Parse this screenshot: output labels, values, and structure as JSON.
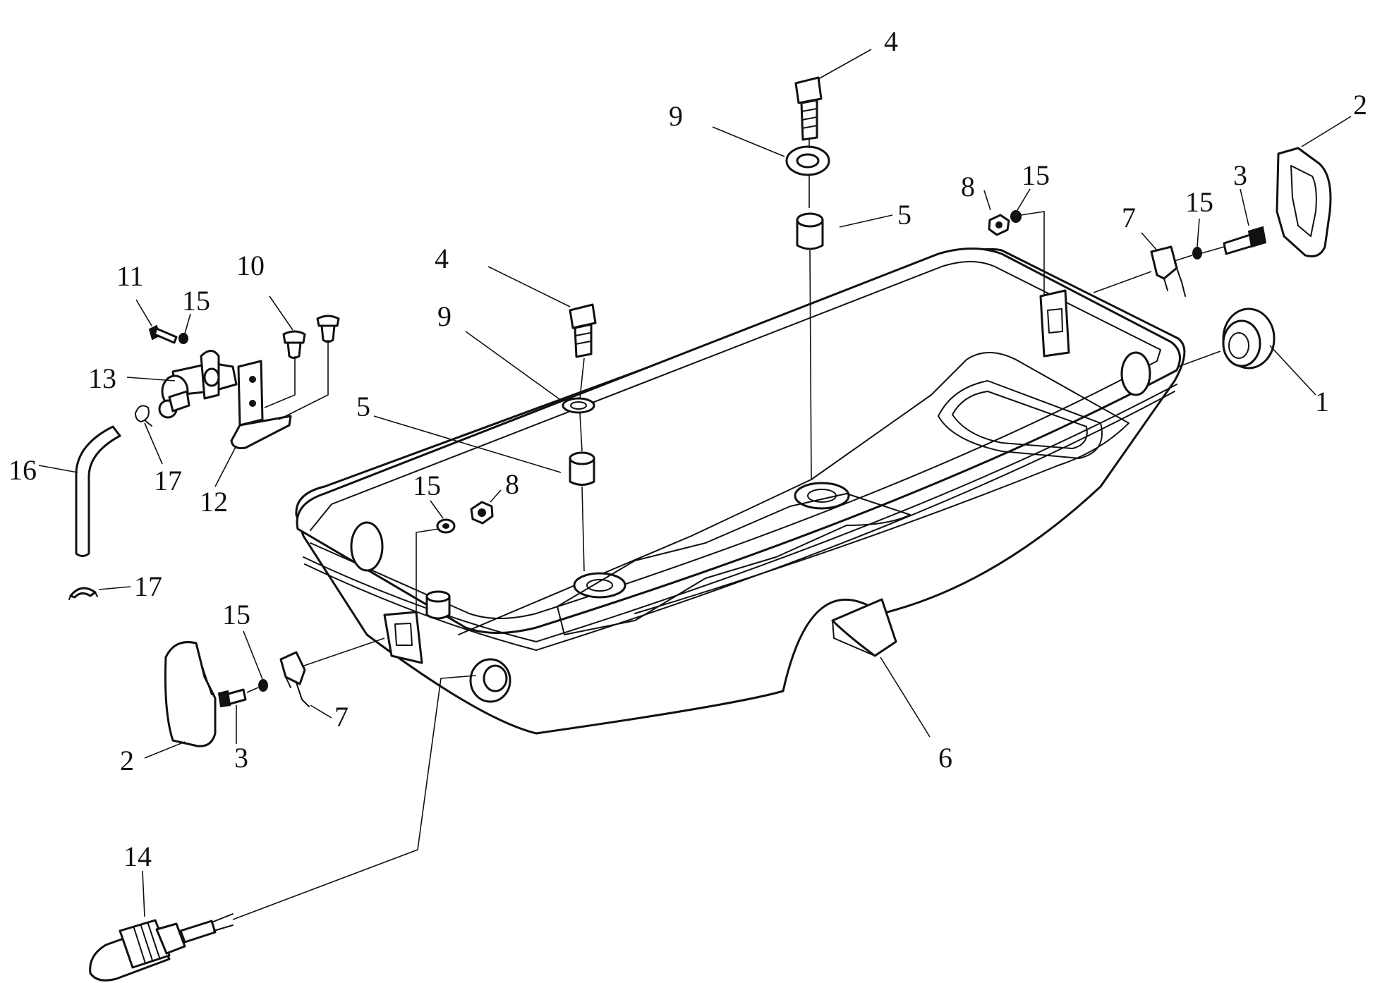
{
  "callouts": [
    {
      "id": "c1",
      "text": "1"
    },
    {
      "id": "c2a",
      "text": "2"
    },
    {
      "id": "c2b",
      "text": "2"
    },
    {
      "id": "c3a",
      "text": "3"
    },
    {
      "id": "c3b",
      "text": "3"
    },
    {
      "id": "c4a",
      "text": "4"
    },
    {
      "id": "c4b",
      "text": "4"
    },
    {
      "id": "c5a",
      "text": "5"
    },
    {
      "id": "c5b",
      "text": "5"
    },
    {
      "id": "c6",
      "text": "6"
    },
    {
      "id": "c7a",
      "text": "7"
    },
    {
      "id": "c7b",
      "text": "7"
    },
    {
      "id": "c8a",
      "text": "8"
    },
    {
      "id": "c8b",
      "text": "8"
    },
    {
      "id": "c9a",
      "text": "9"
    },
    {
      "id": "c9b",
      "text": "9"
    },
    {
      "id": "c10",
      "text": "10"
    },
    {
      "id": "c11",
      "text": "11"
    },
    {
      "id": "c12",
      "text": "12"
    },
    {
      "id": "c13",
      "text": "13"
    },
    {
      "id": "c14",
      "text": "14"
    },
    {
      "id": "c15a",
      "text": "15"
    },
    {
      "id": "c15b",
      "text": "15"
    },
    {
      "id": "c15c",
      "text": "15"
    },
    {
      "id": "c15d",
      "text": "15"
    },
    {
      "id": "c15e",
      "text": "15"
    },
    {
      "id": "c16",
      "text": "16"
    },
    {
      "id": "c17a",
      "text": "17"
    },
    {
      "id": "c17b",
      "text": "17"
    }
  ]
}
